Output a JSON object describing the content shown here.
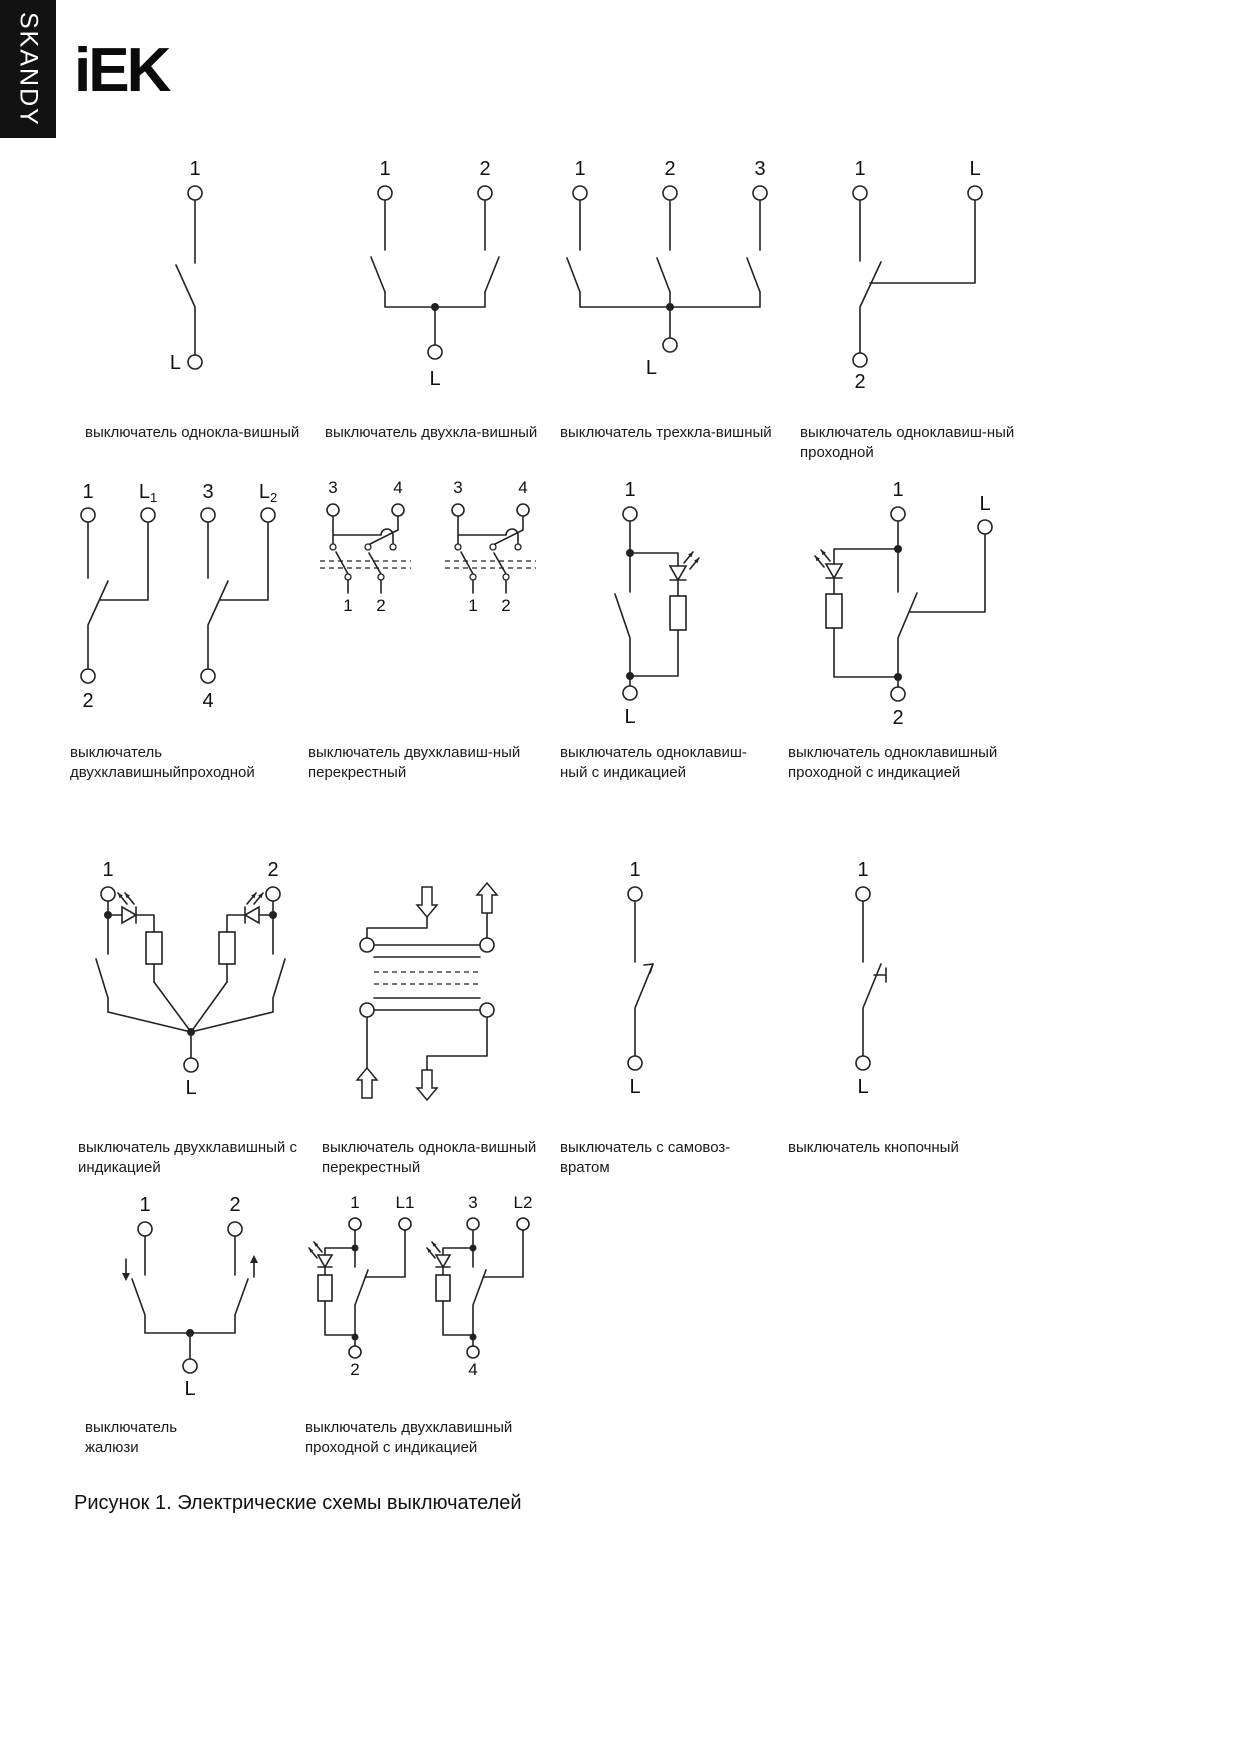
{
  "brand": {
    "series_vertical": "SKANDY",
    "logo": "iEK"
  },
  "figure_caption": "Рисунок 1. Электрические схемы выключателей",
  "diagrams": [
    {
      "caption": "выключатель однокла-вишный",
      "labels": {
        "t1": "1",
        "b1": "L"
      }
    },
    {
      "caption": "выключатель двухкла-вишный",
      "labels": {
        "t1": "1",
        "t2": "2",
        "b1": "L"
      }
    },
    {
      "caption": "выключатель трехкла-вишный",
      "labels": {
        "t1": "1",
        "t2": "2",
        "t3": "3",
        "b1": "L"
      }
    },
    {
      "caption": "выключатель одноклавиш-ный\nпроходной",
      "labels": {
        "t1": "1",
        "t2": "L",
        "b1": "2"
      }
    },
    {
      "caption": "выключатель\nдвухклавишныйпроходной",
      "labels": {
        "t1": "1",
        "t2": "L",
        "t2sub": "1",
        "t3": "3",
        "t4": "L",
        "t4sub": "2",
        "b1": "2",
        "b2": "4"
      }
    },
    {
      "caption": "выключатель двухклавиш-ный\nперекрестный",
      "labels": {
        "m1t1": "3",
        "m1t2": "4",
        "m1b1": "1",
        "m1b2": "2",
        "m2t1": "3",
        "m2t2": "4",
        "m2b1": "1",
        "m2b2": "2"
      }
    },
    {
      "caption": "выключатель одноклавиш-\nный с индикацией",
      "labels": {
        "t1": "1",
        "b1": "L"
      }
    },
    {
      "caption": "выключатель одноклавишный\nпроходной с индикацией",
      "labels": {
        "t1": "1",
        "t2": "L",
        "b1": "2"
      }
    },
    {
      "caption": "выключатель двухклавишный с\nиндикацией",
      "labels": {
        "t1": "1",
        "t2": "2",
        "b1": "L"
      }
    },
    {
      "caption": "выключатель однокла-вишный\nперекрестный",
      "labels": {}
    },
    {
      "caption": "выключатель с самовоз-\nвратом",
      "labels": {
        "t1": "1",
        "b1": "L"
      }
    },
    {
      "caption": "выключатель кнопочный",
      "labels": {
        "t1": "1",
        "b1": "L"
      }
    },
    {
      "caption": "выключатель\nжалюзи",
      "labels": {
        "t1": "1",
        "t2": "2",
        "b1": "L"
      }
    },
    {
      "caption": "выключатель двухклавишный\nпроходной с индикацией",
      "labels": {
        "t1": "1",
        "t2": "L1",
        "t3": "3",
        "t4": "L2",
        "b1": "2",
        "b2": "4"
      }
    }
  ]
}
